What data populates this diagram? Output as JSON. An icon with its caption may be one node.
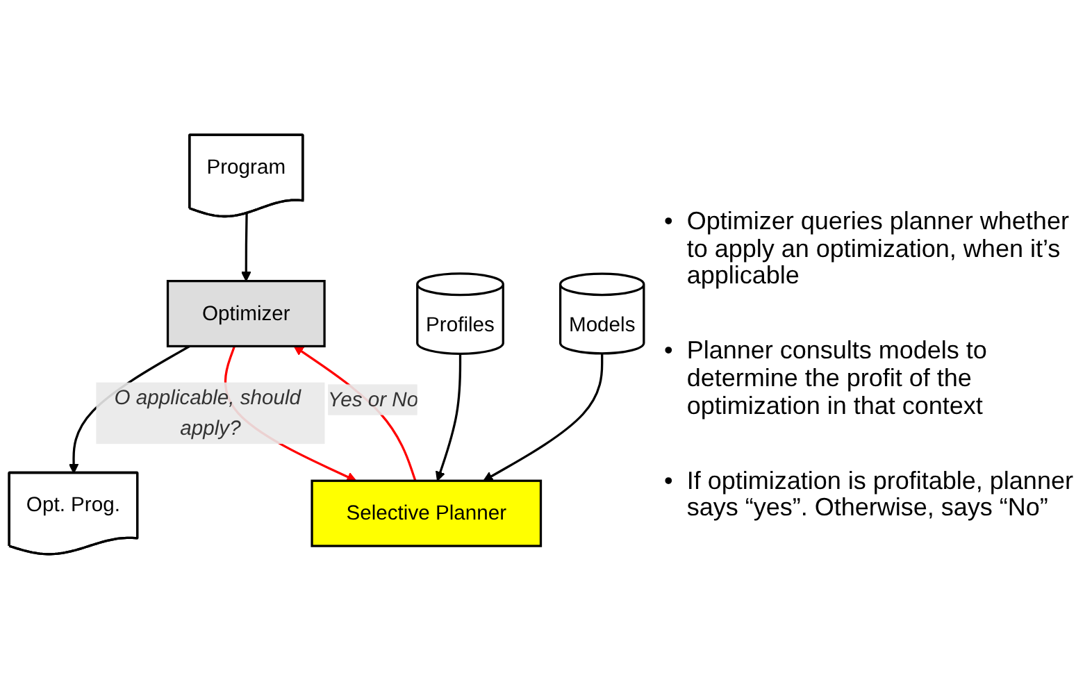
{
  "diagram": {
    "nodes": [
      {
        "text": [
          "Program"
        ]
      },
      {
        "text": [
          "Optimizer"
        ]
      },
      {
        "text": [
          "Opt. Prog."
        ]
      },
      {
        "text": [
          "Profiles"
        ]
      },
      {
        "text": [
          "Models"
        ]
      },
      {
        "text": [
          "Selective Planner"
        ]
      }
    ],
    "edges": [
      {
        "from": 0,
        "to": 1,
        "arrow": "to"
      },
      {
        "from": 1,
        "to": 2,
        "arrow": "to"
      },
      {
        "from": 3,
        "to": 5,
        "arrow": "to"
      },
      {
        "from": 4,
        "to": 5,
        "arrow": "to"
      },
      {
        "from": 1,
        "to": 5,
        "arrow": "to",
        "label": "O applicable, should apply?",
        "color": "#ff0000"
      },
      {
        "from": 5,
        "to": 1,
        "arrow": "to",
        "label": "Yes or No",
        "color": "#ff0000"
      }
    ],
    "labels": [
      "•",
      "Optimizer queries planner whether to apply an optimization, when it’s applicable",
      "•",
      "Planner consults models to determine the profit of the optimization in that context",
      "•",
      "If optimization is profitable, planner says “yes”. Otherwise, says “No”"
    ]
  }
}
